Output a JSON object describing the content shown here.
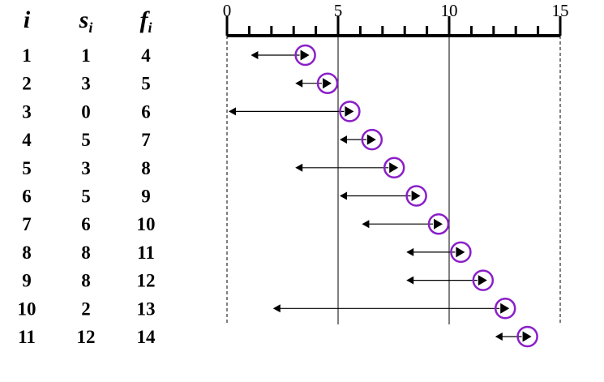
{
  "table": {
    "headers": {
      "i": "i",
      "s": "s",
      "s_sub": "i",
      "f": "f",
      "f_sub": "i"
    },
    "rows": [
      {
        "i": "1",
        "s": "1",
        "f": "4"
      },
      {
        "i": "2",
        "s": "3",
        "f": "5"
      },
      {
        "i": "3",
        "s": "0",
        "f": "6"
      },
      {
        "i": "4",
        "s": "5",
        "f": "7"
      },
      {
        "i": "5",
        "s": "3",
        "f": "8"
      },
      {
        "i": "6",
        "s": "5",
        "f": "9"
      },
      {
        "i": "7",
        "s": "6",
        "f": "10"
      },
      {
        "i": "8",
        "s": "8",
        "f": "11"
      },
      {
        "i": "9",
        "s": "8",
        "f": "12"
      },
      {
        "i": "10",
        "s": "2",
        "f": "13"
      },
      {
        "i": "11",
        "s": "12",
        "f": "14"
      }
    ]
  },
  "timeline": {
    "axis_min": 0,
    "axis_max": 15,
    "tick_labels": [
      "0",
      "5",
      "10",
      "15"
    ],
    "solid_guides": [
      5,
      10
    ],
    "dashed_guides": [
      0,
      15
    ]
  },
  "colors": {
    "circle": "#8a1fc9",
    "ink": "#000000"
  }
}
